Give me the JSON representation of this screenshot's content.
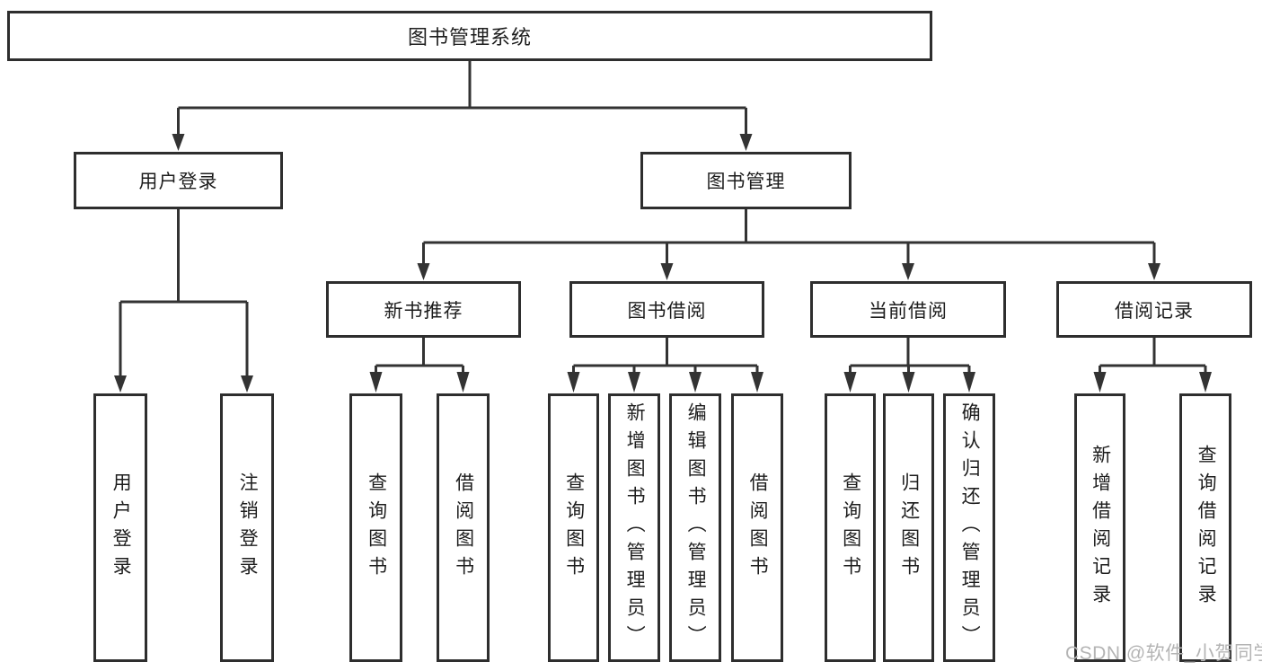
{
  "diagram_type": "hierarchy-tree",
  "colors": {
    "line": "#333333",
    "box_border": "#2e2e2e",
    "text": "#1d1d1d",
    "watermark": "#b4b4b4",
    "background": "#ffffff"
  },
  "tree": {
    "label": "图书管理系统",
    "children": [
      {
        "label": "用户登录",
        "children": [
          {
            "label": "用户登录"
          },
          {
            "label": "注销登录"
          }
        ]
      },
      {
        "label": "图书管理",
        "children": [
          {
            "label": "新书推荐",
            "children": [
              {
                "label": "查询图书"
              },
              {
                "label": "借阅图书"
              }
            ]
          },
          {
            "label": "图书借阅",
            "children": [
              {
                "label": "查询图书"
              },
              {
                "label": "新增图书（管理员）"
              },
              {
                "label": "编辑图书（管理员）"
              },
              {
                "label": "借阅图书"
              }
            ]
          },
          {
            "label": "当前借阅",
            "children": [
              {
                "label": "查询图书"
              },
              {
                "label": "归还图书"
              },
              {
                "label": "确认归还（管理员）"
              }
            ]
          },
          {
            "label": "借阅记录",
            "children": [
              {
                "label": "新增借阅记录"
              },
              {
                "label": "查询借阅记录"
              }
            ]
          }
        ]
      }
    ]
  },
  "watermark": {
    "text": "CSDN @软件_小贺同学"
  }
}
